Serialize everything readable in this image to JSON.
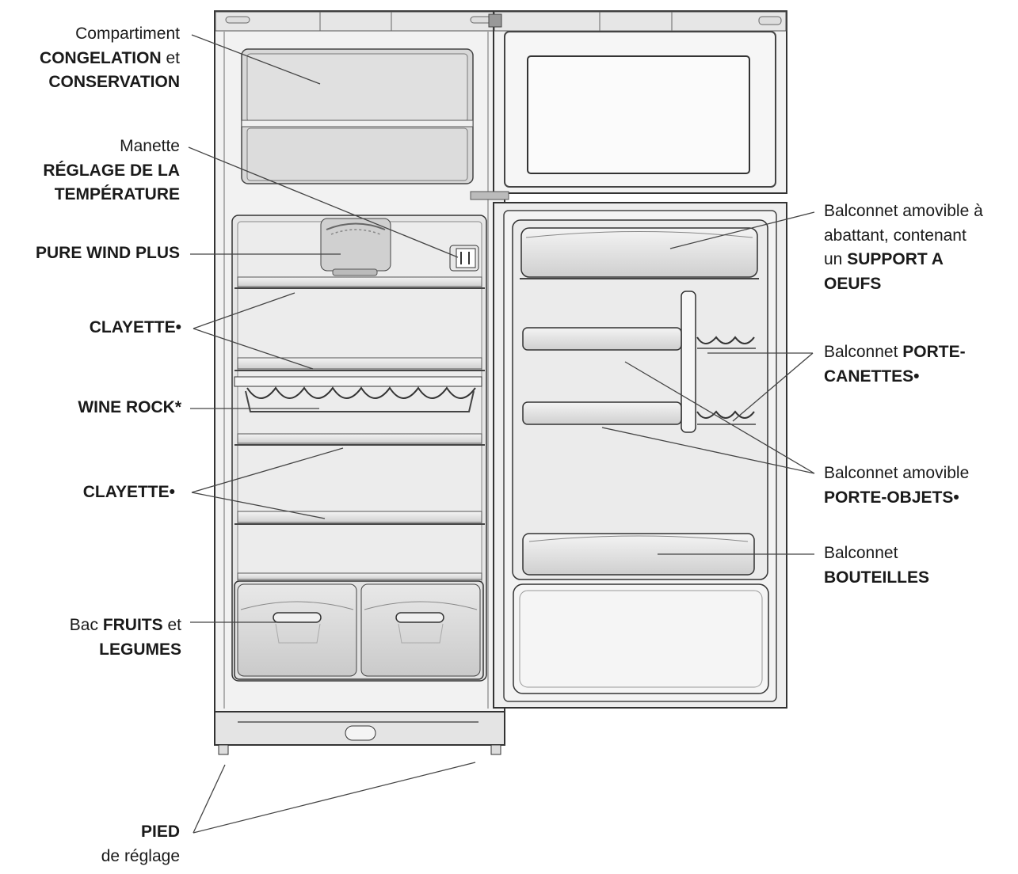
{
  "labels": {
    "congelation": {
      "l1": "Compartiment",
      "l2_bold": "CONGELATION",
      "l2_rest": " et",
      "l3_bold": "CONSERVATION"
    },
    "manette": {
      "l1": "Manette",
      "l2_bold": "RÉGLAGE DE LA",
      "l3_bold": "TEMPÉRATURE"
    },
    "pure_wind": {
      "l1_bold": "PURE WIND PLUS"
    },
    "clayette_1": {
      "l1_bold": "CLAYETTE•"
    },
    "wine_rock": {
      "l1_bold": "WINE ROCK*"
    },
    "clayette_2": {
      "l1_bold": "CLAYETTE•"
    },
    "bac": {
      "l1_pre": "Bac ",
      "l1_bold": "FRUITS",
      "l1_rest": " et",
      "l2_bold": "LEGUMES"
    },
    "pied": {
      "l1_bold": "PIED",
      "l2": "de réglage"
    },
    "balconnet_oeufs": {
      "l1": "Balconnet amovible à",
      "l2": "abattant, contenant",
      "l3_pre": "un ",
      "l3_bold": "SUPPORT A",
      "l4_bold": "OEUFS"
    },
    "porte_canettes": {
      "l1_pre": "Balconnet ",
      "l1_bold": "PORTE-",
      "l2_bold": "CANETTES•"
    },
    "porte_objets": {
      "l1": "Balconnet amovible",
      "l2_bold": "PORTE-OBJETS•"
    },
    "bouteilles": {
      "l1": "Balconnet",
      "l2_bold": "BOUTEILLES"
    }
  }
}
